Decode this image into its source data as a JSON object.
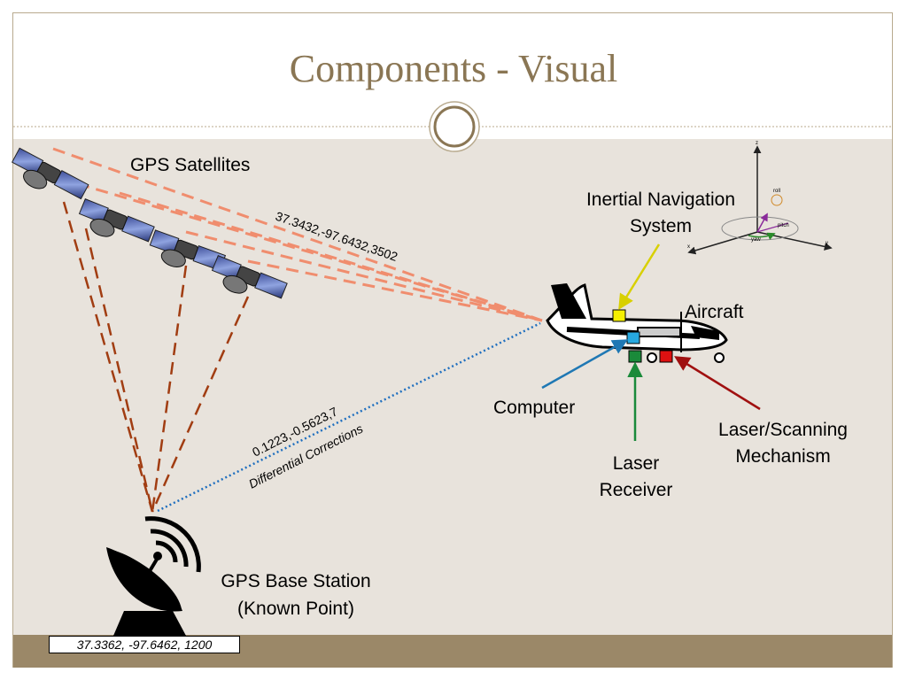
{
  "title": "Components - Visual",
  "labels": {
    "gps_satellites": "GPS Satellites",
    "ins_line1": "Inertial Navigation",
    "ins_line2": "System",
    "aircraft": "Aircraft",
    "computer": "Computer",
    "laser_receiver_line1": "Laser",
    "laser_receiver_line2": "Receiver",
    "laser_scanning_line1": "Laser/Scanning",
    "laser_scanning_line2": "Mechanism",
    "base_station_line1": "GPS Base Station",
    "base_station_line2": "(Known Point)",
    "aircraft_coords": "37.3432,-97.6432,3502",
    "correction_values": "0.1223,-0.5623,7",
    "differential_corrections": "Differential Corrections",
    "base_coords": "37.3362, -97.6462, 1200"
  },
  "axes_diagram": {
    "z": "z",
    "x": "x",
    "y": "y",
    "roll": "roll",
    "pitch": "pitch",
    "yaw": "yaw"
  },
  "colors": {
    "title": "#8a7654",
    "background": "#e8e3dc",
    "footer": "#9b8868",
    "satellite_to_aircraft": "#f08d6e",
    "satellite_to_base": "#a13d12",
    "differential_link": "#1f6fbf",
    "ins_marker": "#f5f000",
    "computer_marker": "#27a8e0",
    "receiver_marker": "#1a8a3a",
    "scanner_marker": "#dd1111"
  }
}
